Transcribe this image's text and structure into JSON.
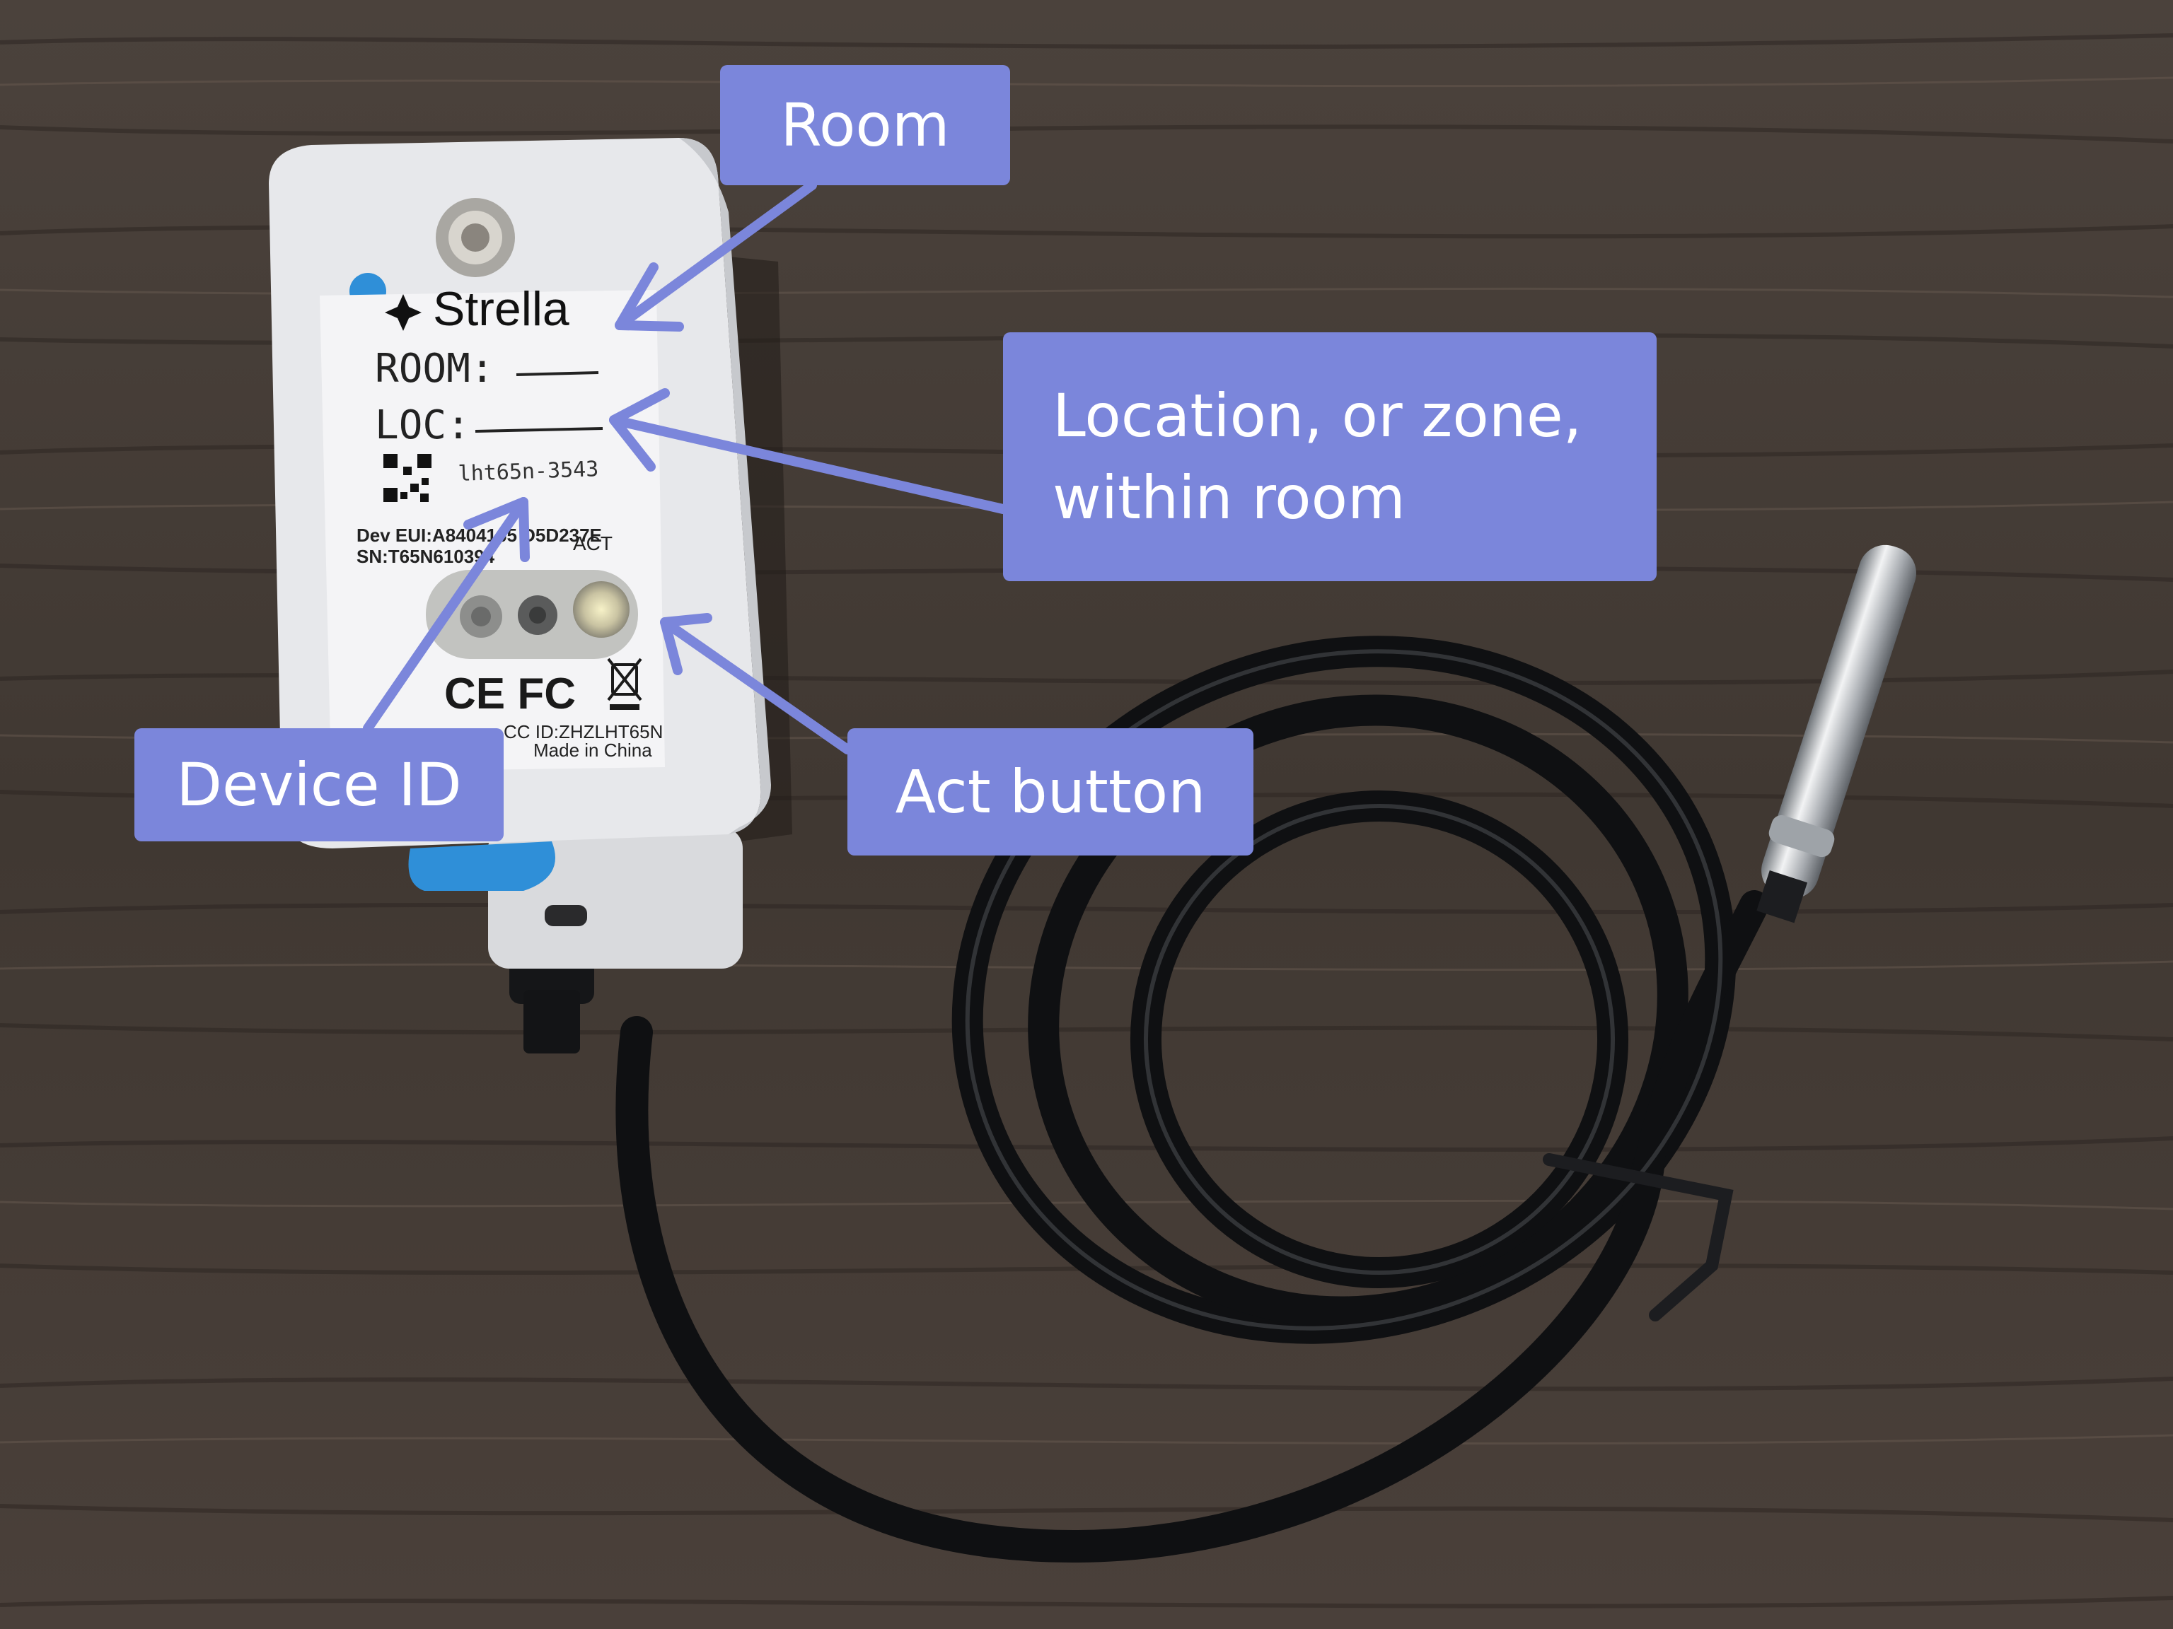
{
  "device": {
    "brand": "Strella",
    "room_label": "ROOM:",
    "loc_label": "LOC:",
    "device_id": "lht65n-3543",
    "dev_eui": "Dev EUI:A8404165 D5D237E",
    "serial": "SN:T65N610394",
    "act_label": "ACT",
    "fcc_id": "CC ID:ZHZLHT65N",
    "origin": "Made in China",
    "marks": "CE FC"
  },
  "callouts": {
    "room": "Room",
    "location_line1": "Location, or zone,",
    "location_line2": "within room",
    "device_id": "Device ID",
    "act_button": "Act button"
  },
  "colors": {
    "callout": "#7b86db",
    "wood": "#4a403a",
    "device": "#e6e7ea",
    "cable": "#111214",
    "probe": "#c9ccd0",
    "tab": "#2f8fd8"
  }
}
